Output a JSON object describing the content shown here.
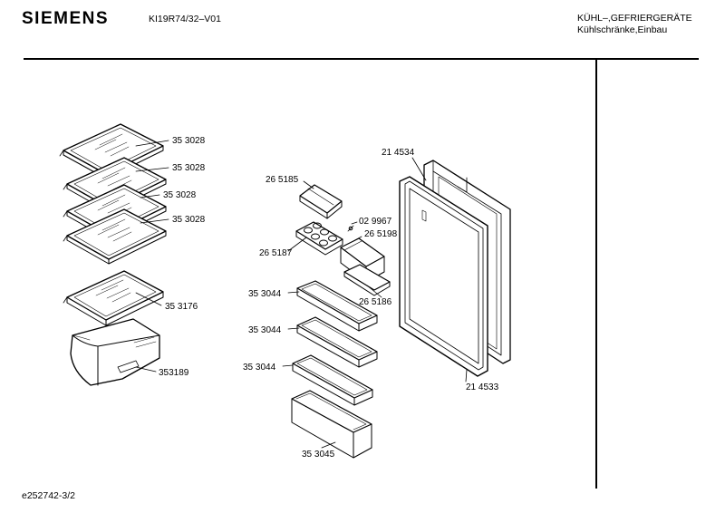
{
  "header": {
    "brand": "SIEMENS",
    "model": "KI19R74/32–V01",
    "category_line1": "KÜHL–,GEFRIERGERÄTE",
    "category_line2": "Kühlschränke,Einbau"
  },
  "footer": {
    "doc_id": "e252742-3/2"
  },
  "parts": [
    {
      "label": "35 3028",
      "part": "shelf-1"
    },
    {
      "label": "35 3028",
      "part": "shelf-2"
    },
    {
      "label": "35 3028",
      "part": "shelf-3"
    },
    {
      "label": "35 3028",
      "part": "shelf-4"
    },
    {
      "label": "35 3176",
      "part": "shelf-5"
    },
    {
      "label": "353189",
      "part": "crisper-drawer"
    },
    {
      "label": "26 5185",
      "part": "small-box"
    },
    {
      "label": "26 5187",
      "part": "egg-tray"
    },
    {
      "label": "02 9967",
      "part": "screw"
    },
    {
      "label": "26 5198",
      "part": "butter-lid"
    },
    {
      "label": "26 5186",
      "part": "butter-tray"
    },
    {
      "label": "35 3044",
      "part": "door-tray-1"
    },
    {
      "label": "35 3044",
      "part": "door-tray-2"
    },
    {
      "label": "35 3044",
      "part": "door-tray-3"
    },
    {
      "label": "35 3045",
      "part": "door-bin"
    },
    {
      "label": "21 4534",
      "part": "door-panel"
    },
    {
      "label": "21 4533",
      "part": "door-gasket"
    }
  ]
}
